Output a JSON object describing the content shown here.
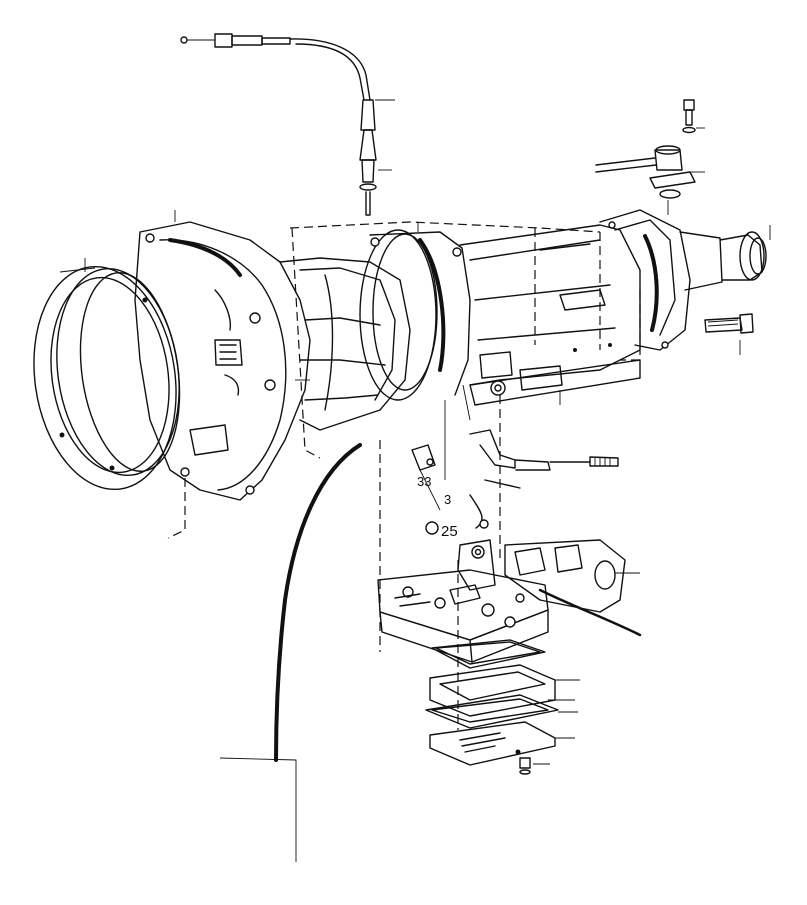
{
  "diagram": {
    "labels": {
      "callout_25": "25",
      "partial_a": "3",
      "partial_b": "33"
    }
  }
}
